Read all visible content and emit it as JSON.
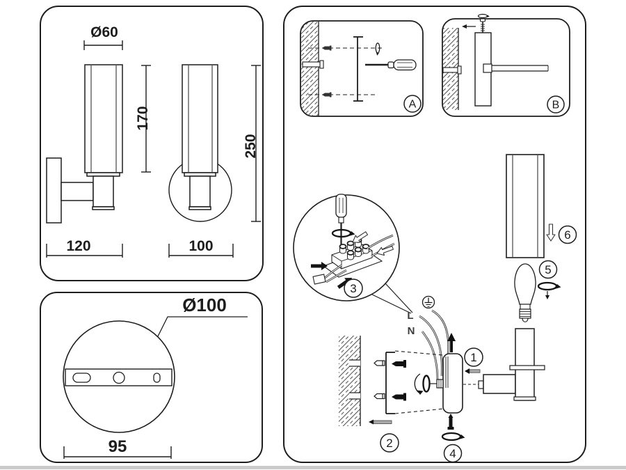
{
  "page": {
    "background": "#ffffff",
    "line_color": "#1d1d1d",
    "footer_strip_color": "#cbcbcb"
  },
  "panels": {
    "front_dimensions": {
      "shade_diameter": "Ø60",
      "shade_height": "170",
      "total_height": "250",
      "bracket_depth": "120",
      "body_depth": "100"
    },
    "backplate_dimensions": {
      "plate_diameter": "Ø100",
      "hole_spacing": "95"
    },
    "installation": {
      "inset_a_label": "A",
      "inset_b_label": "B",
      "wire_live_label": "L",
      "wire_neutral_label": "N",
      "steps": [
        "1",
        "2",
        "3",
        "4",
        "5",
        "6"
      ]
    }
  },
  "icons": {
    "screwdriver": "tool drawn as handle+shaft",
    "rotation_arrow": "↻",
    "earth_ground": "⏚",
    "screw": "black slotted screw silhouette",
    "wall_anchor": "dowel plug outline",
    "arrow_up": "↑",
    "arrow_down": "↓",
    "arrow_left": "←",
    "terminal_block": "6-pole connector drawing",
    "bulb": "E14 candle bulb drawing"
  }
}
